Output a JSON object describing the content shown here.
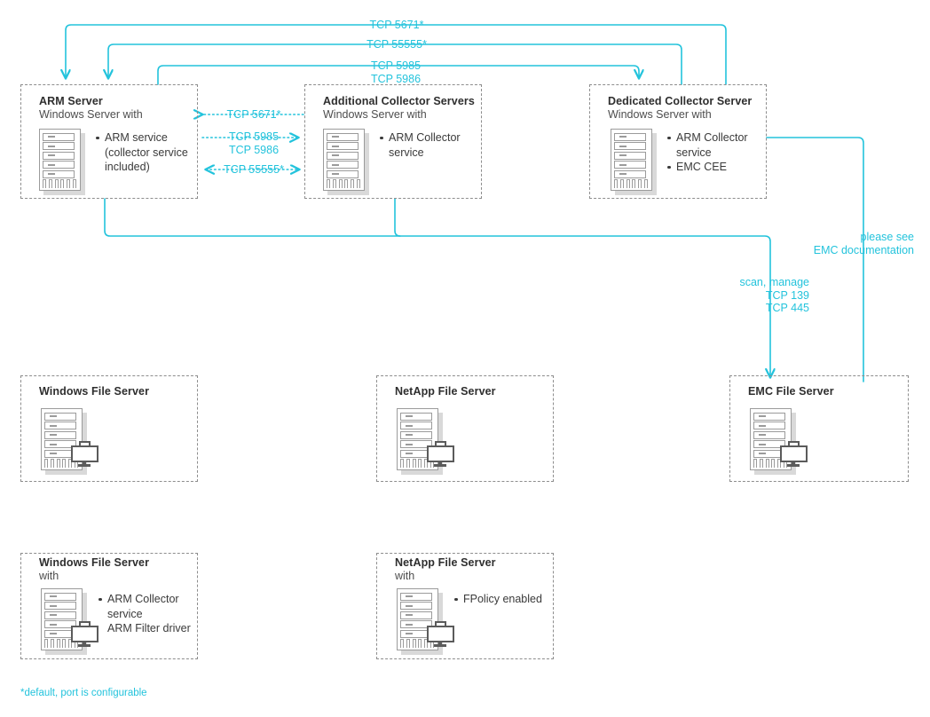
{
  "diagram": {
    "title": "ARM Server / Collector Ports Architecture",
    "accent_color": "#23c3dc",
    "box_border_color": "#8d8d8d",
    "footnote": "*default, port is configurable"
  },
  "nodes": {
    "arm_server": {
      "title": "ARM Server",
      "subtitle": "Windows Server with",
      "icon": "server-tower-icon",
      "bullets": [
        "ARM service\n(collector service\nincluded)"
      ]
    },
    "additional_collector": {
      "title": "Additional Collector Servers",
      "subtitle": "Windows Server with",
      "icon": "server-tower-icon",
      "bullets": [
        "ARM Collector\nservice"
      ]
    },
    "dedicated_collector": {
      "title": "Dedicated Collector Server",
      "subtitle": "Windows Server with",
      "icon": "server-tower-icon",
      "bullets": [
        "ARM Collector\nservice",
        "EMC CEE"
      ]
    },
    "windows_file_server": {
      "title": "Windows File Server",
      "subtitle": "",
      "icon": "file-server-icon",
      "bullets": []
    },
    "netapp_file_server": {
      "title": "NetApp File Server",
      "subtitle": "",
      "icon": "file-server-icon",
      "bullets": []
    },
    "emc_file_server": {
      "title": "EMC File Server",
      "subtitle": "",
      "icon": "file-server-icon",
      "bullets": []
    },
    "windows_file_server_agent": {
      "title": "Windows File Server",
      "subtitle": "with",
      "icon": "file-server-icon",
      "bullets": [
        "ARM Collector\nservice\nARM Filter driver"
      ]
    },
    "netapp_file_server_fpolicy": {
      "title": "NetApp File Server",
      "subtitle": "with",
      "icon": "file-server-icon",
      "bullets": [
        "FPolicy enabled"
      ]
    }
  },
  "connection_labels": {
    "top_5671": "TCP 5671*",
    "top_55555": "TCP 55555*",
    "top_5985_5986": "TCP 5985\nTCP 5986",
    "mid_5671": "TCP 5671*",
    "mid_5985_5986": "TCP 5985\nTCP 5986",
    "mid_55555": "TCP 55555*",
    "scan_manage": "scan, manage\nTCP 139\nTCP 445",
    "emc_doc": "please see\nEMC documentation"
  }
}
